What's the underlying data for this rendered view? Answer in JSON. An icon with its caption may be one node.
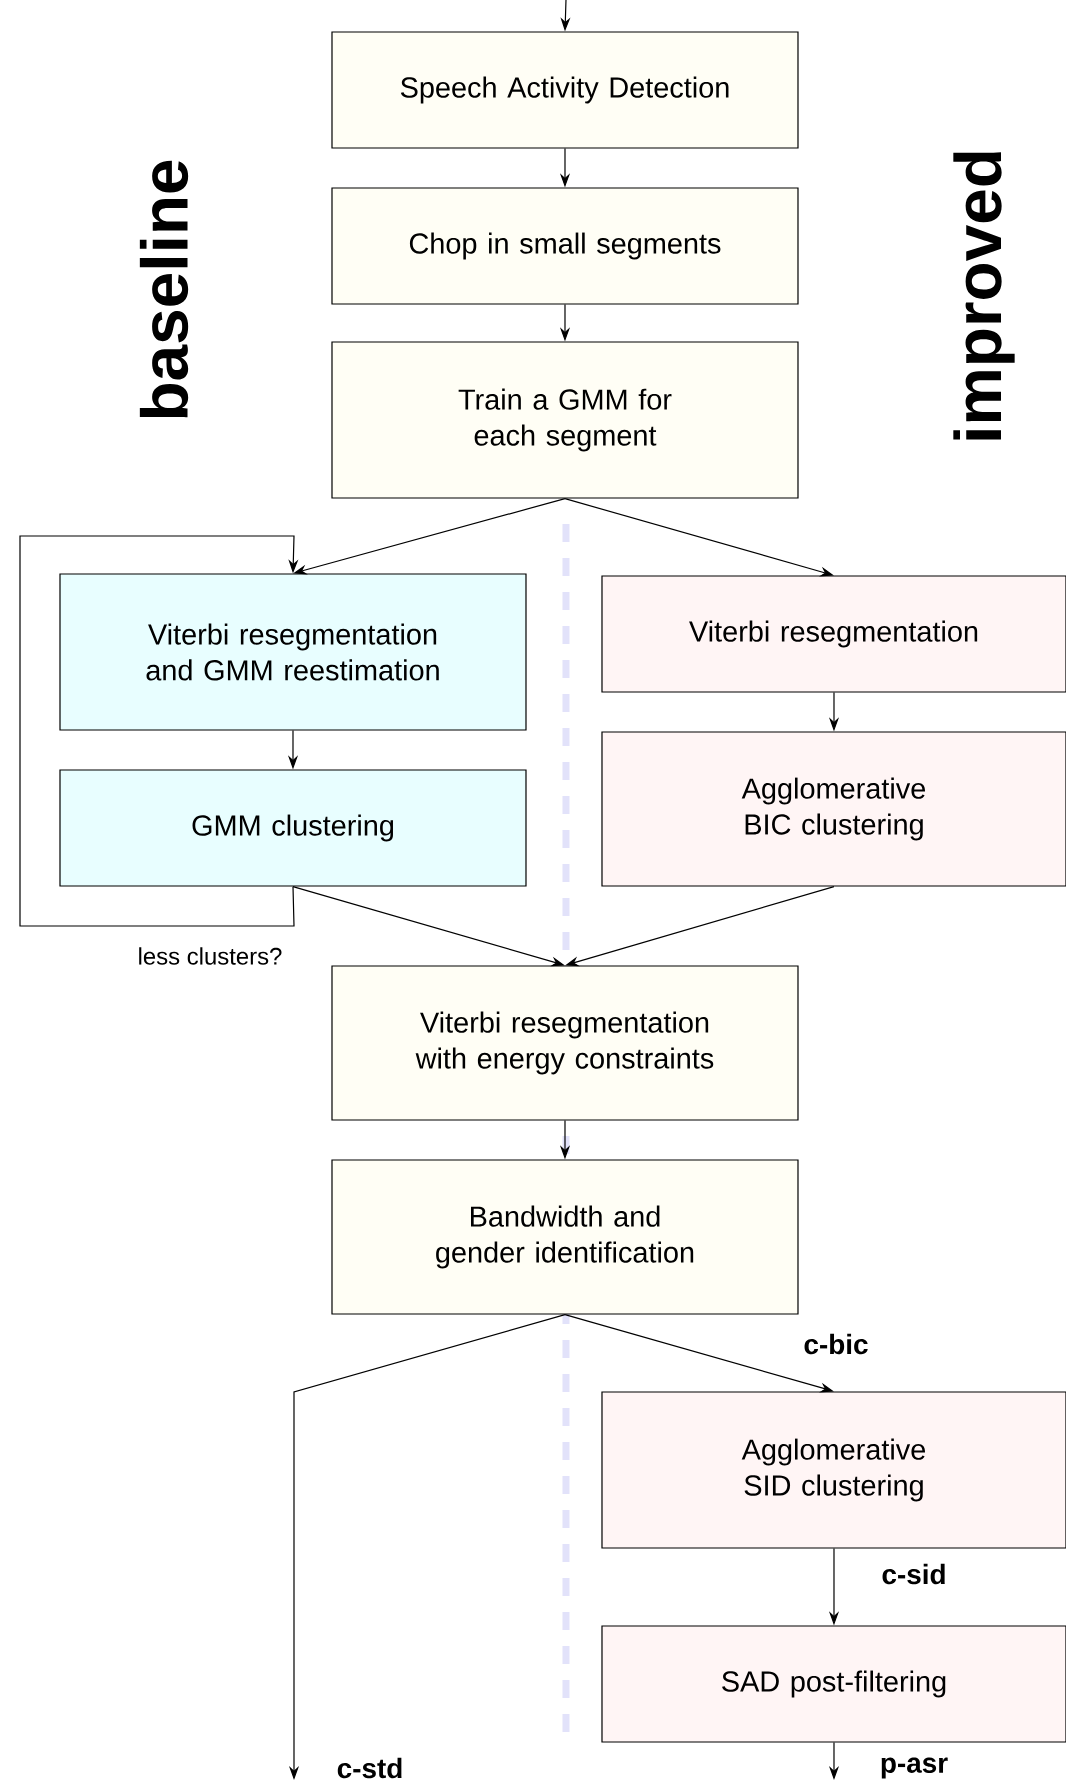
{
  "diagram": {
    "nodes": [
      {
        "text": [
          "Speech Activity Detection"
        ]
      },
      {
        "text": [
          "Chop in small segments"
        ]
      },
      {
        "text": [
          "Train a GMM for each segment"
        ]
      },
      {
        "text": [
          "Viterbi resegmentation and GMM reestimation"
        ]
      },
      {
        "text": [
          "GMM clustering"
        ]
      },
      {
        "text": [
          "Viterbi resegmentation"
        ]
      },
      {
        "text": [
          "Agglomerative BIC clustering"
        ]
      },
      {
        "text": [
          "Viterbi resegmentation with energy constraints"
        ]
      },
      {
        "text": [
          "Bandwidth and gender identification"
        ]
      },
      {
        "text": [
          "Agglomerative SID clustering"
        ]
      },
      {
        "text": [
          "SAD post-filtering"
        ]
      }
    ],
    "edges": [
      {
        "from": null,
        "to": 0,
        "arrow": "to"
      },
      {
        "from": 0,
        "to": 1,
        "arrow": "to"
      },
      {
        "from": 1,
        "to": 2,
        "arrow": "to"
      },
      {
        "from": 2,
        "to": 3,
        "arrow": "to"
      },
      {
        "from": 2,
        "to": 5,
        "arrow": "to"
      },
      {
        "from": 3,
        "to": 4,
        "arrow": "to"
      },
      {
        "from": 4,
        "to": 3,
        "arrow": "to",
        "label": "less clusters?"
      },
      {
        "from": 5,
        "to": 6,
        "arrow": "to"
      },
      {
        "from": 4,
        "to": 7,
        "arrow": "to"
      },
      {
        "from": 6,
        "to": 7,
        "arrow": "to"
      },
      {
        "from": 7,
        "to": 8,
        "arrow": "to"
      },
      {
        "from": 8,
        "to": null,
        "arrow": "to",
        "label": "c-std"
      },
      {
        "from": 8,
        "to": 9,
        "arrow": "to",
        "label": "c-bic"
      },
      {
        "from": 9,
        "to": 10,
        "arrow": "to",
        "label": "c-sid"
      },
      {
        "from": 10,
        "to": null,
        "arrow": "to",
        "label": "p-asr"
      }
    ],
    "labels": [
      "baseline",
      "improved"
    ]
  }
}
